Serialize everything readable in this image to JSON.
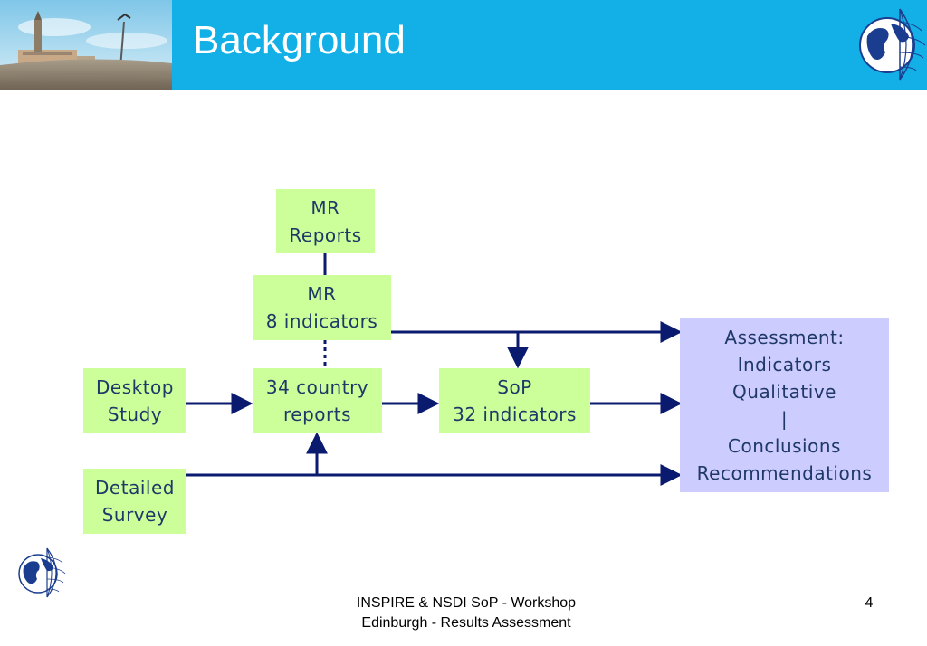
{
  "slide": {
    "title": "Background",
    "page_number": "4",
    "footer": {
      "line1": "INSPIRE & NSDI SoP - Workshop",
      "line2": "Edinburgh - Results Assessment"
    }
  },
  "diagram": {
    "nodes": {
      "mr_reports": {
        "lines": [
          "MR",
          "Reports"
        ]
      },
      "mr_indicators": {
        "lines": [
          "MR",
          "8 indicators"
        ]
      },
      "desktop_study": {
        "lines": [
          "Desktop",
          "Study"
        ]
      },
      "country_reports": {
        "lines": [
          "34 country",
          "reports"
        ]
      },
      "sop": {
        "lines": [
          "SoP",
          "32 indicators"
        ]
      },
      "detailed_survey": {
        "lines": [
          "Detailed",
          "Survey"
        ]
      },
      "assessment": {
        "lines": [
          "Assessment:",
          "Indicators",
          "Qualitative",
          "|",
          "Conclusions",
          "Recommendations"
        ]
      }
    }
  },
  "colors": {
    "header": "#12b0e6",
    "node_green": "#ccff99",
    "node_purple": "#ccccff",
    "node_text": "#1f3868",
    "connector": "#0a1a6e"
  },
  "icons": {
    "header_image": "city-square-photo",
    "logo": "globe-grid-logo"
  }
}
